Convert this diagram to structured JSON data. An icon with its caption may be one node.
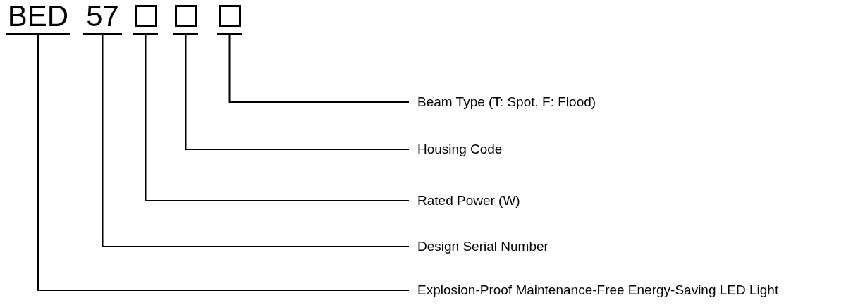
{
  "diagram": {
    "nodes": [
      {
        "text": [
          "BED"
        ]
      },
      {
        "text": [
          "57"
        ]
      },
      {
        "text": [],
        "shape": "box"
      },
      {
        "text": [],
        "shape": "box"
      },
      {
        "text": [],
        "shape": "box"
      },
      {
        "text": [
          "Beam Type (T: Spot, F: Flood)"
        ]
      },
      {
        "text": [
          "Housing Code"
        ]
      },
      {
        "text": [
          "Rated Power (W)"
        ]
      },
      {
        "text": [
          "Design Serial Number"
        ]
      },
      {
        "text": [
          "Explosion-Proof Maintenance-Free Energy-Saving LED Light"
        ]
      }
    ],
    "edges": [
      {
        "from": 0,
        "to": 9,
        "arrow": "none"
      },
      {
        "from": 1,
        "to": 8,
        "arrow": "none"
      },
      {
        "from": 2,
        "to": 7,
        "arrow": "none"
      },
      {
        "from": 3,
        "to": 6,
        "arrow": "none"
      },
      {
        "from": 4,
        "to": 5,
        "arrow": "none"
      }
    ]
  }
}
